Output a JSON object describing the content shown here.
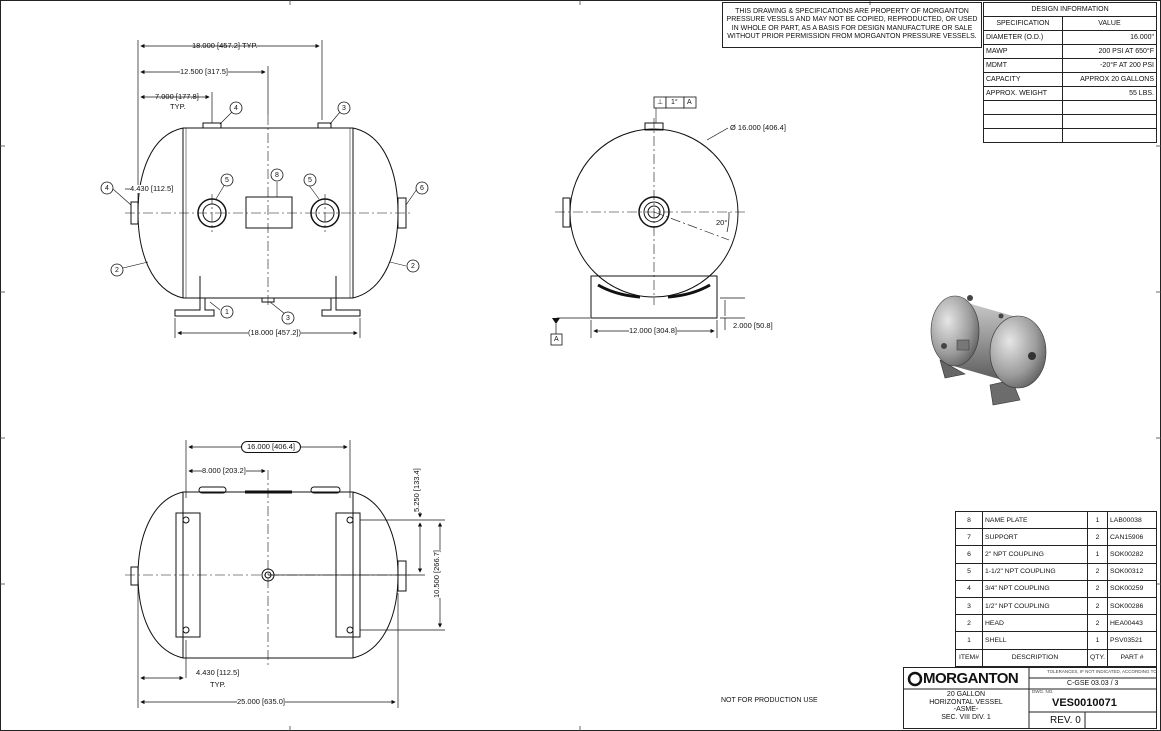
{
  "notice": {
    "lines": [
      "THIS DRAWING & SPECIFICATIONS ARE PROPERTY OF MORGANTON",
      "PRESSURE VESSLS AND MAY NOT BE COPIED, REPRODUCTED,  OR USED",
      "IN WHOLE OR PART, AS A BASIS FOR DESIGN MANUFACTURE OR SALE",
      "WITHOUT PRIOR PERMISSION FROM MORGANTON PRESSURE VESSELS."
    ]
  },
  "design_info": {
    "title": "DESIGN INFORMATION",
    "col_spec": "SPECIFICATION",
    "col_value": "VALUE",
    "rows": [
      {
        "spec": "DIAMETER (O.D.)",
        "value": "16.000\""
      },
      {
        "spec": "MAWP",
        "value": "200 PSI AT 650°F"
      },
      {
        "spec": "MDMT",
        "value": "-20°F AT 200 PSI"
      },
      {
        "spec": "CAPACITY",
        "value": "APPROX 20 GALLONS"
      },
      {
        "spec": "APPROX. WEIGHT",
        "value": "55 LBS."
      },
      {
        "spec": "",
        "value": ""
      },
      {
        "spec": "",
        "value": ""
      },
      {
        "spec": "",
        "value": ""
      }
    ]
  },
  "front_view": {
    "dim_overall": "18.000",
    "dim_overall_mm": "457.2",
    "dim_overall_suffix": "TYP.",
    "dim_mid": "12.500",
    "dim_mid_mm": "317.5",
    "dim_left": "7.000",
    "dim_left_mm": "177.8",
    "dim_left_suffix": "TYP.",
    "dim_side": "4.430",
    "dim_side_mm": "112.5",
    "dim_bottom": "(18.000",
    "dim_bottom_mm": "457.2",
    "dim_bottom_close": ")",
    "balloons": [
      "4",
      "3",
      "5",
      "8",
      "5",
      "4",
      "6",
      "2",
      "2",
      "1",
      "3"
    ]
  },
  "end_view": {
    "datum_frame": [
      "⊥",
      "1°",
      "A"
    ],
    "diameter": "Ø 16.000",
    "diameter_mm": "406.4",
    "angle": "20°",
    "dim_base": "12.000",
    "dim_base_mm": "304.8",
    "dim_height": "2.000",
    "dim_height_mm": "50.8",
    "datum": "A"
  },
  "top_view": {
    "dim_top": "16.000",
    "dim_top_mm": "406.4",
    "dim_half": "8.000",
    "dim_half_mm": "203.2",
    "dim_vert1": "5.250",
    "dim_vert1_mm": "133.4",
    "dim_vert2": "10.500",
    "dim_vert2_mm": "266.7",
    "dim_left": "4.430",
    "dim_left_mm": "112.5",
    "dim_left_suffix": "TYP.",
    "dim_overall": "25.000",
    "dim_overall_mm": "635.0"
  },
  "not_for_production": "NOT FOR PRODUCTION USE",
  "bom": {
    "rows": [
      {
        "item": "8",
        "desc": "NAME PLATE",
        "qty": "1",
        "part": "LAB00038"
      },
      {
        "item": "7",
        "desc": "SUPPORT",
        "qty": "2",
        "part": "CAN15906"
      },
      {
        "item": "6",
        "desc": "2\" NPT COUPLING",
        "qty": "1",
        "part": "SOK00282"
      },
      {
        "item": "5",
        "desc": "1-1/2\" NPT COUPLING",
        "qty": "2",
        "part": "SOK00312"
      },
      {
        "item": "4",
        "desc": "3/4\" NPT COUPLING",
        "qty": "2",
        "part": "SOK00259"
      },
      {
        "item": "3",
        "desc": "1/2\" NPT COUPLING",
        "qty": "2",
        "part": "SOK00286"
      },
      {
        "item": "2",
        "desc": "HEAD",
        "qty": "2",
        "part": "HEA00443"
      },
      {
        "item": "1",
        "desc": "SHELL",
        "qty": "1",
        "part": "PSV03521"
      }
    ],
    "headers": {
      "item": "ITEM#",
      "desc": "DESCRIPTION",
      "qty": "QTY.",
      "part": "PART #"
    }
  },
  "title_block": {
    "logo": "MORGANTON",
    "tolerance_note": "TOLERANCES, IF NOT INDICATED, ACCORDING TO",
    "tolerance_std": "C-GSE 03.03 / 3",
    "desc_lines": [
      "20 GALLON",
      "HORIZONTAL VESSEL",
      "-ASME-",
      "SEC. VIII DIV. 1"
    ],
    "dwg_label": "DWG. NO.",
    "dwg_no": "VES0010071",
    "rev": "REV.  0"
  }
}
